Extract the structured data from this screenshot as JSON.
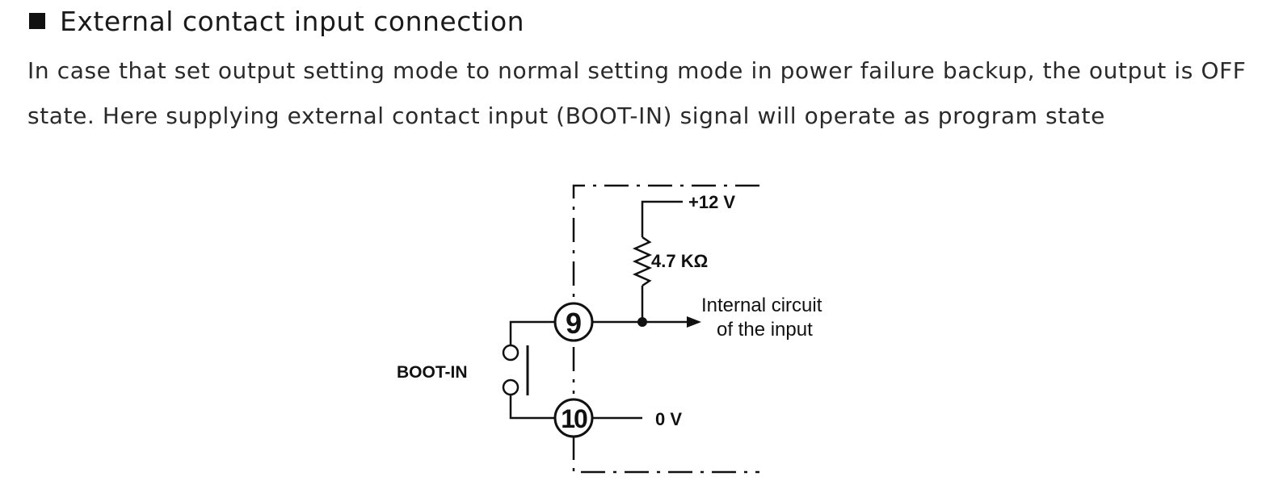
{
  "heading": {
    "icon": "square-bullet-icon",
    "title": "External contact input connection"
  },
  "description": {
    "line1": "In case that set output setting mode to normal setting mode in power failure backup, the output is OFF",
    "line2": "state. Here supplying external contact input (BOOT-IN) signal will operate as program state"
  },
  "diagram": {
    "supply_label": "+12 V",
    "resistor_label": "4.7 KΩ",
    "internal_label_1": "Internal circuit",
    "internal_label_2": "of the input",
    "switch_label": "BOOT-IN",
    "ground_label": "0 V",
    "terminal_9": "9",
    "terminal_10": "10"
  }
}
